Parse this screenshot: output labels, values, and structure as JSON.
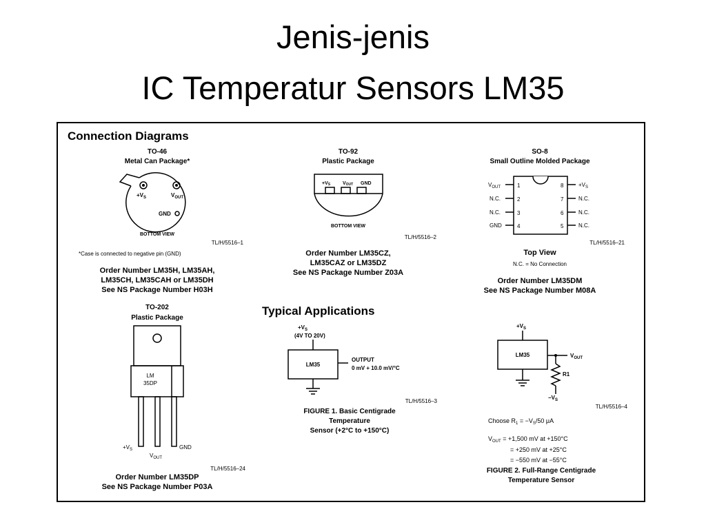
{
  "slide": {
    "title_line1": "Jenis-jenis",
    "title_line2": "IC Temperatur Sensors LM35"
  },
  "datasheet": {
    "connection_heading": "Connection Diagrams",
    "to46": {
      "name": "TO-46",
      "desc": "Metal Can Package*",
      "pin_vs": "+V",
      "pin_vs_sub": "S",
      "pin_vout": "V",
      "pin_vout_sub": "OUT",
      "pin_gnd": "GND",
      "view": "BOTTOM VIEW",
      "ref": "TL/H/5516–1",
      "note": "*Case is connected to negative pin (GND)",
      "order1": "Order Number LM35H, LM35AH,",
      "order2": "LM35CH, LM35CAH or LM35DH",
      "order3": "See NS Package Number H03H"
    },
    "to92": {
      "name": "TO-92",
      "desc": "Plastic Package",
      "pin_vs": "+V",
      "pin_vs_sub": "S",
      "pin_vout": "V",
      "pin_vout_sub": "OUT",
      "pin_gnd": "GND",
      "view": "BOTTOM VIEW",
      "ref": "TL/H/5516–2",
      "order1": "Order Number LM35CZ,",
      "order2": "LM35CAZ or LM35DZ",
      "order3": "See NS Package Number Z03A"
    },
    "so8": {
      "name": "SO-8",
      "desc": "Small Outline Molded Package",
      "left_pins": [
        {
          "label": "V",
          "sub": "OUT",
          "num": "1"
        },
        {
          "label": "N.C.",
          "sub": "",
          "num": "2"
        },
        {
          "label": "N.C.",
          "sub": "",
          "num": "3"
        },
        {
          "label": "GND",
          "sub": "",
          "num": "4"
        }
      ],
      "right_pins": [
        {
          "num": "8",
          "label": "+V",
          "sub": "S"
        },
        {
          "num": "7",
          "label": "N.C.",
          "sub": ""
        },
        {
          "num": "6",
          "label": "N.C.",
          "sub": ""
        },
        {
          "num": "5",
          "label": "N.C.",
          "sub": ""
        }
      ],
      "ref": "TL/H/5516–21",
      "view": "Top View",
      "nc_note": "N.C. = No Connection",
      "order1": "Order Number LM35DM",
      "order2": "See NS Package Number M08A"
    },
    "to202": {
      "name": "TO-202",
      "desc": "Plastic Package",
      "marking1": "LM",
      "marking2": "35DP",
      "pin_vs": "+V",
      "pin_vs_sub": "S",
      "pin_vout": "V",
      "pin_vout_sub": "OUT",
      "pin_gnd": "GND",
      "ref": "TL/H/5516–24",
      "order1": "Order Number LM35DP",
      "order2": "See NS Package Number P03A"
    },
    "typical_heading": "Typical Applications",
    "fig1": {
      "supply1": "+V",
      "supply1_sub": "S",
      "supply2": "(4V TO 20V)",
      "chip": "LM35",
      "output1": "OUTPUT",
      "output2": "0 mV + 10.0 mV/°C",
      "ref": "TL/H/5516–3",
      "cap1": "FIGURE 1. Basic Centigrade",
      "cap2": "Temperature",
      "cap3": "Sensor (+2°C to +150°C)"
    },
    "fig2": {
      "supply": "+V",
      "supply_sub": "S",
      "chip": "LM35",
      "vout": "V",
      "vout_sub": "OUT",
      "r1": "R1",
      "neg": "−V",
      "neg_sub": "S",
      "ref": "TL/H/5516–4",
      "choose": "Choose R",
      "choose_sub": "1",
      "choose_rest": " = −V",
      "choose_rest_sub": "S",
      "choose_end": "/50 μA",
      "eq_label": "V",
      "eq_label_sub": "OUT",
      "eq1": " = +1,500 mV at +150°C",
      "eq2": "= +250 mV at +25°C",
      "eq3": "= −550 mV at −55°C",
      "cap1": "FIGURE 2. Full-Range Centigrade",
      "cap2": "Temperature Sensor"
    }
  }
}
